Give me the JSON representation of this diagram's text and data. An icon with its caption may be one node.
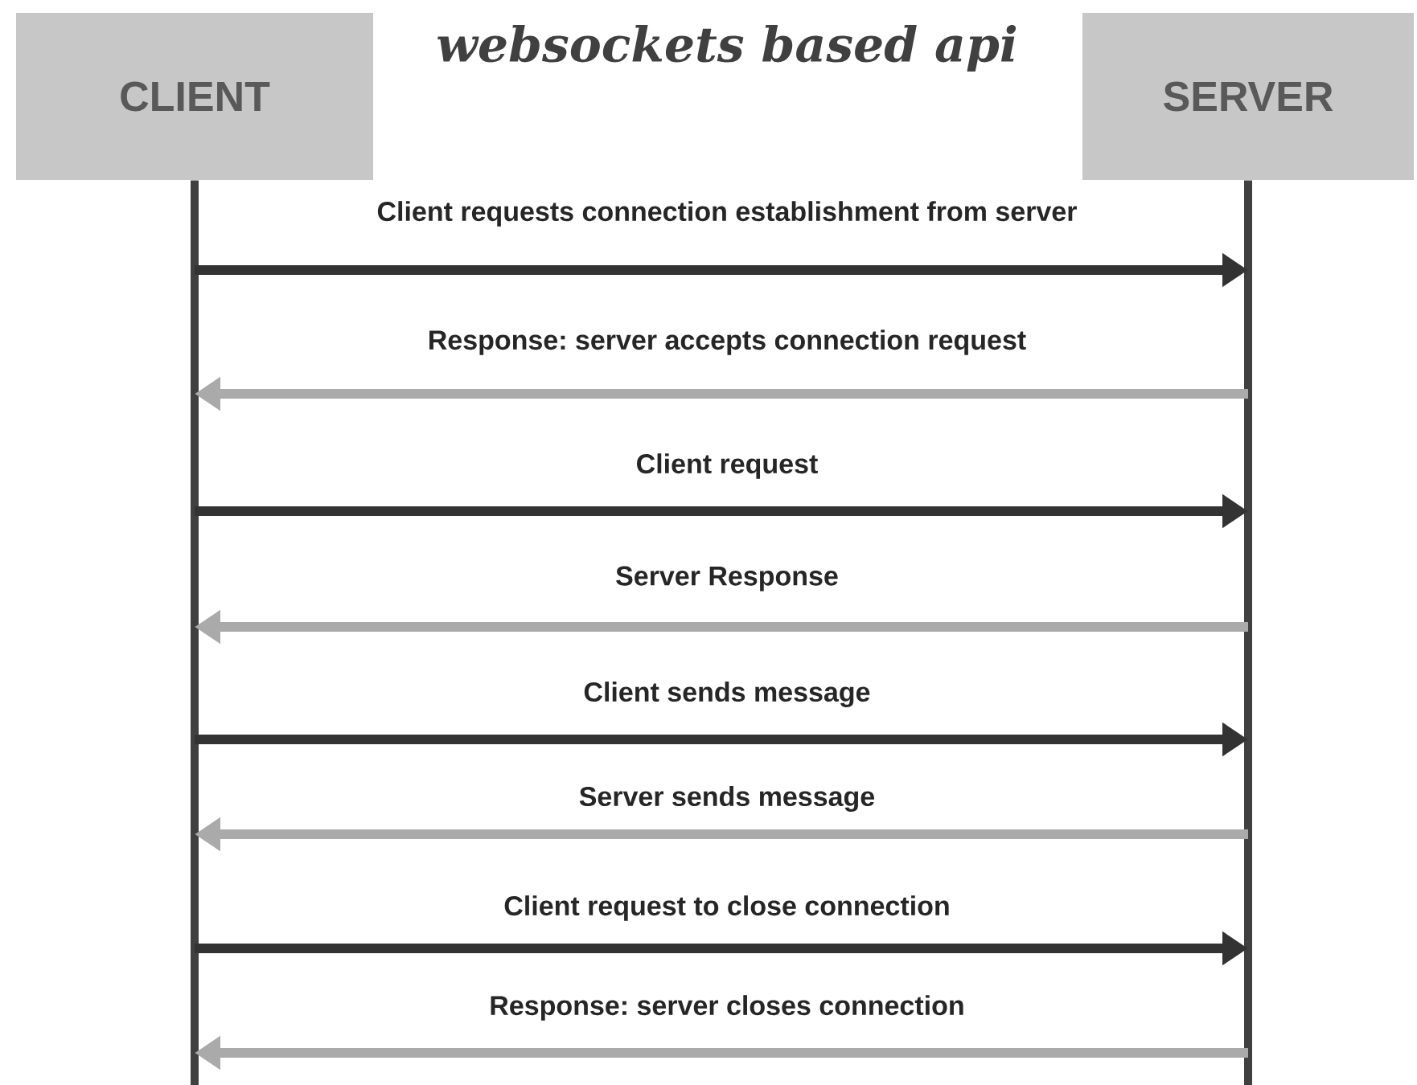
{
  "diagram": {
    "title": "websockets based api",
    "nodes": [
      {
        "text": [
          "CLIENT"
        ]
      },
      {
        "text": [
          "SERVER"
        ]
      }
    ],
    "edges": [
      {
        "from": 0,
        "to": 1,
        "arrow": "to",
        "label": "Client requests connection establishment from server"
      },
      {
        "from": 1,
        "to": 0,
        "arrow": "to",
        "label": "Response: server accepts connection request",
        "color": "#aaaaaa"
      },
      {
        "from": 0,
        "to": 1,
        "arrow": "to",
        "label": "Client request"
      },
      {
        "from": 1,
        "to": 0,
        "arrow": "to",
        "label": "Server Response",
        "color": "#aaaaaa"
      },
      {
        "from": 0,
        "to": 1,
        "arrow": "to",
        "label": "Client sends message"
      },
      {
        "from": 1,
        "to": 0,
        "arrow": "to",
        "label": "Server sends message",
        "color": "#aaaaaa"
      },
      {
        "from": 0,
        "to": 1,
        "arrow": "to",
        "label": "Client request to close connection"
      },
      {
        "from": 1,
        "to": 0,
        "arrow": "to",
        "label": "Response: server closes connection",
        "color": "#aaaaaa"
      }
    ]
  }
}
